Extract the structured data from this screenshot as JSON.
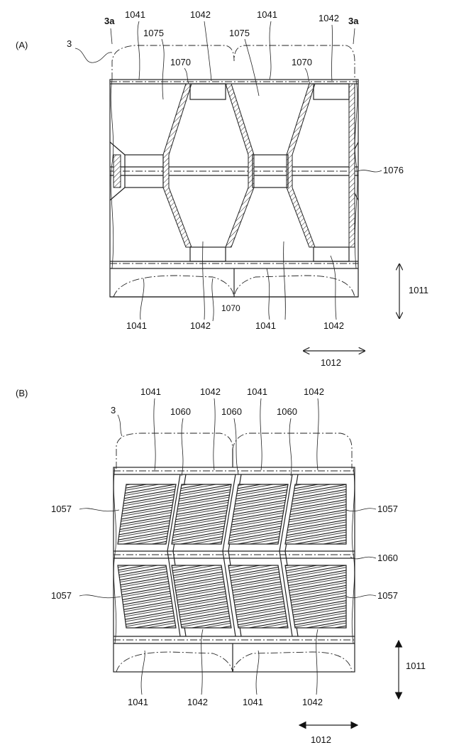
{
  "panel_a": {
    "label": "(A)",
    "tire_label": "3",
    "edge_label_left": "3a",
    "edge_label_right": "3a",
    "top_labels": [
      "1041",
      "1042",
      "1041",
      "1042"
    ],
    "label_1075_a": "1075",
    "label_1075_b": "1075",
    "label_1070_a": "1070",
    "label_1070_b": "1070",
    "label_1070_bottom": "1070",
    "label_1076": "1076",
    "bottom_labels": [
      "1041",
      "1042",
      "1041",
      "1042"
    ],
    "dir_vertical": "1011",
    "dir_horizontal": "1012"
  },
  "panel_b": {
    "label": "(B)",
    "tire_label": "3",
    "top_labels": [
      "1041",
      "1042",
      "1041",
      "1042"
    ],
    "label_1060": [
      "1060",
      "1060",
      "1060"
    ],
    "label_1060_right": "1060",
    "label_1057_left_top": "1057",
    "label_1057_right_top": "1057",
    "label_1057_left_bottom": "1057",
    "label_1057_right_bottom": "1057",
    "bottom_labels": [
      "1041",
      "1042",
      "1041",
      "1042"
    ],
    "dir_vertical": "1011",
    "dir_horizontal": "1012"
  }
}
